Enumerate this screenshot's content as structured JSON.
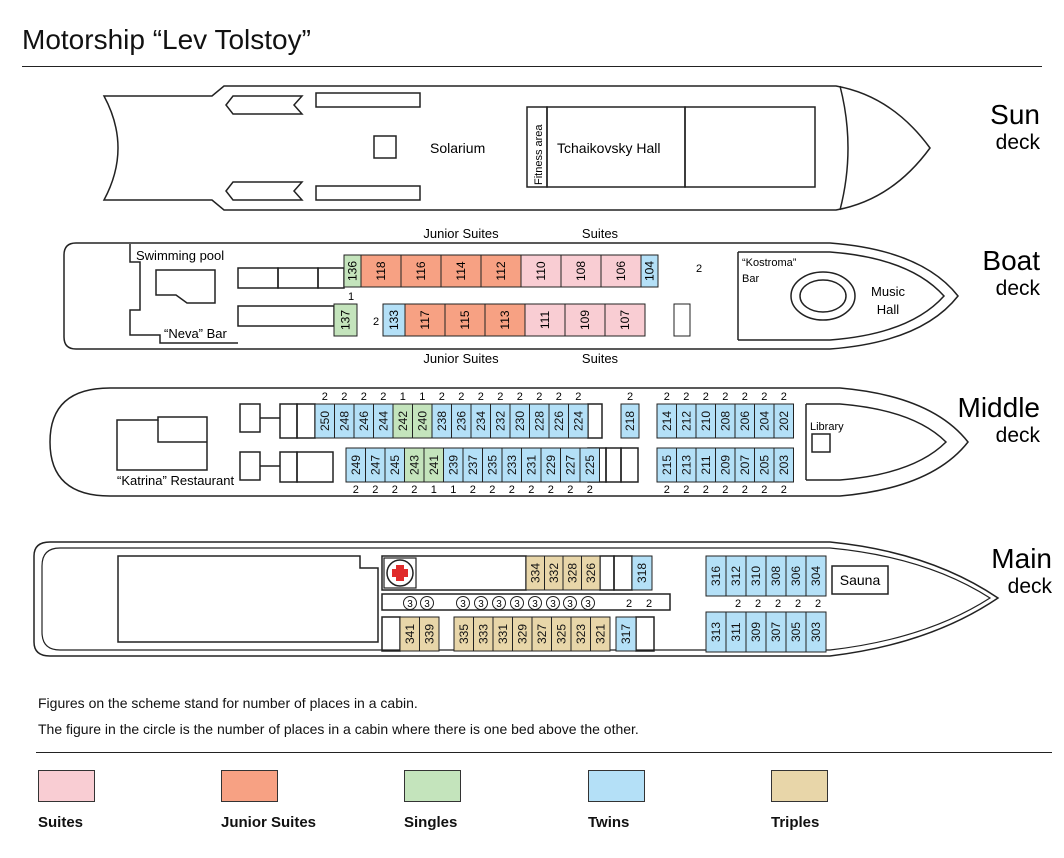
{
  "title": "Motorship “Lev Tolstoy”",
  "colors": {
    "suite": "#f9cdd3",
    "junior": "#f7a183",
    "single": "#c4e4bc",
    "twin": "#b4e0f7",
    "triple": "#e8d6a9",
    "hull": "#222222"
  },
  "decks": {
    "sun": {
      "name": "Sun",
      "word": "deck",
      "labels": {
        "solarium": "Solarium",
        "fitness": "Fitness area",
        "hall": "Tchaikovsky Hall"
      }
    },
    "boat": {
      "name": "Boat",
      "word": "deck",
      "labels": {
        "pool": "Swimming pool",
        "neva": "“Neva” Bar",
        "kostroma1": "“Kostroma”",
        "kostroma2": "Bar",
        "music1": "Music",
        "music2": "Hall",
        "junior_top": "Junior Suites",
        "suites_top": "Suites",
        "junior_bottom": "Junior Suites",
        "suites_bottom": "Suites"
      }
    },
    "middle": {
      "name": "Middle",
      "word": "deck",
      "labels": {
        "restaurant": "“Katrina” Restaurant",
        "library": "Library"
      }
    },
    "main": {
      "name": "Main",
      "word": "deck",
      "labels": {
        "sauna": "Sauna"
      }
    }
  },
  "cabins": {
    "boat_top": [
      [
        "136",
        "single"
      ],
      [
        "118",
        "junior"
      ],
      [
        "116",
        "junior"
      ],
      [
        "114",
        "junior"
      ],
      [
        "112",
        "junior"
      ],
      [
        "110",
        "suite"
      ],
      [
        "108",
        "suite"
      ],
      [
        "106",
        "suite"
      ],
      [
        "104",
        "twin"
      ]
    ],
    "boat_bottom": [
      [
        "137",
        "single"
      ],
      [
        "133",
        "twin"
      ],
      [
        "117",
        "junior"
      ],
      [
        "115",
        "junior"
      ],
      [
        "113",
        "junior"
      ],
      [
        "111",
        "suite"
      ],
      [
        "109",
        "suite"
      ],
      [
        "107",
        "suite"
      ]
    ],
    "boat_places": [
      "2",
      "1",
      "2"
    ],
    "mid_top_a": [
      [
        "250",
        "twin"
      ],
      [
        "248",
        "twin"
      ],
      [
        "246",
        "twin"
      ],
      [
        "244",
        "twin"
      ],
      [
        "242",
        "single"
      ],
      [
        "240",
        "single"
      ],
      [
        "238",
        "twin"
      ],
      [
        "236",
        "twin"
      ],
      [
        "234",
        "twin"
      ],
      [
        "232",
        "twin"
      ],
      [
        "230",
        "twin"
      ],
      [
        "228",
        "twin"
      ],
      [
        "226",
        "twin"
      ],
      [
        "224",
        "twin"
      ]
    ],
    "mid_top_b": [
      [
        "218",
        "twin"
      ]
    ],
    "mid_top_c": [
      [
        "214",
        "twin"
      ],
      [
        "212",
        "twin"
      ],
      [
        "210",
        "twin"
      ],
      [
        "208",
        "twin"
      ],
      [
        "206",
        "twin"
      ],
      [
        "204",
        "twin"
      ],
      [
        "202",
        "twin"
      ]
    ],
    "mid_bottom_a": [
      [
        "249",
        "twin"
      ],
      [
        "247",
        "twin"
      ],
      [
        "245",
        "twin"
      ],
      [
        "243",
        "single"
      ],
      [
        "241",
        "single"
      ],
      [
        "239",
        "twin"
      ],
      [
        "237",
        "twin"
      ],
      [
        "235",
        "twin"
      ],
      [
        "233",
        "twin"
      ],
      [
        "231",
        "twin"
      ],
      [
        "229",
        "twin"
      ],
      [
        "227",
        "twin"
      ],
      [
        "225",
        "twin"
      ]
    ],
    "mid_bottom_c": [
      [
        "215",
        "twin"
      ],
      [
        "213",
        "twin"
      ],
      [
        "211",
        "twin"
      ],
      [
        "209",
        "twin"
      ],
      [
        "207",
        "twin"
      ],
      [
        "205",
        "twin"
      ],
      [
        "203",
        "twin"
      ]
    ],
    "mid_places_top_a": [
      "2",
      "2",
      "2",
      "2",
      "1",
      "1",
      "2",
      "2",
      "2",
      "2",
      "2",
      "2",
      "2",
      "2"
    ],
    "mid_places_top_b": [
      "2"
    ],
    "mid_places_top_c": [
      "2",
      "2",
      "2",
      "2",
      "2",
      "2",
      "2"
    ],
    "mid_places_bottom_a": [
      "2",
      "2",
      "2",
      "2",
      "1",
      "1",
      "2",
      "2",
      "2",
      "2",
      "2",
      "2",
      "2"
    ],
    "mid_places_bottom_c": [
      "2",
      "2",
      "2",
      "2",
      "2",
      "2",
      "2"
    ],
    "main_top": [
      [
        "334",
        "triple"
      ],
      [
        "332",
        "triple"
      ],
      [
        "328",
        "triple"
      ],
      [
        "326",
        "triple"
      ]
    ],
    "main_top_b": [
      [
        "318",
        "twin"
      ]
    ],
    "main_bottom": [
      [
        "341",
        "triple"
      ],
      [
        "339",
        "triple"
      ],
      [
        "335",
        "triple"
      ],
      [
        "333",
        "triple"
      ],
      [
        "331",
        "triple"
      ],
      [
        "329",
        "triple"
      ],
      [
        "327",
        "triple"
      ],
      [
        "325",
        "triple"
      ],
      [
        "323",
        "triple"
      ],
      [
        "321",
        "triple"
      ]
    ],
    "main_bottom_b": [
      [
        "317",
        "twin"
      ]
    ],
    "main_fore_top": [
      [
        "316",
        "twin"
      ],
      [
        "312",
        "twin"
      ],
      [
        "310",
        "twin"
      ],
      [
        "308",
        "twin"
      ],
      [
        "306",
        "twin"
      ],
      [
        "304",
        "twin"
      ]
    ],
    "main_fore_bottom": [
      [
        "313",
        "twin"
      ],
      [
        "311",
        "twin"
      ],
      [
        "309",
        "twin"
      ],
      [
        "307",
        "twin"
      ],
      [
        "305",
        "twin"
      ],
      [
        "303",
        "twin"
      ]
    ],
    "main_circles": [
      "3",
      "3",
      "3",
      "3",
      "3",
      "3",
      "3",
      "3",
      "3",
      "3"
    ],
    "main_corridor_places": [
      "2",
      "2"
    ],
    "main_fore_places": [
      "2",
      "2",
      "2",
      "2",
      "2"
    ]
  },
  "notes": [
    "Figures on the scheme stand for number of places in a cabin.",
    "The figure in the circle is the number of places in a cabin where there is one bed above the other."
  ],
  "legend": [
    {
      "label": "Suites",
      "type": "suite"
    },
    {
      "label": "Junior Suites",
      "type": "junior"
    },
    {
      "label": "Singles",
      "type": "single"
    },
    {
      "label": "Twins",
      "type": "twin"
    },
    {
      "label": "Triples",
      "type": "triple"
    }
  ]
}
